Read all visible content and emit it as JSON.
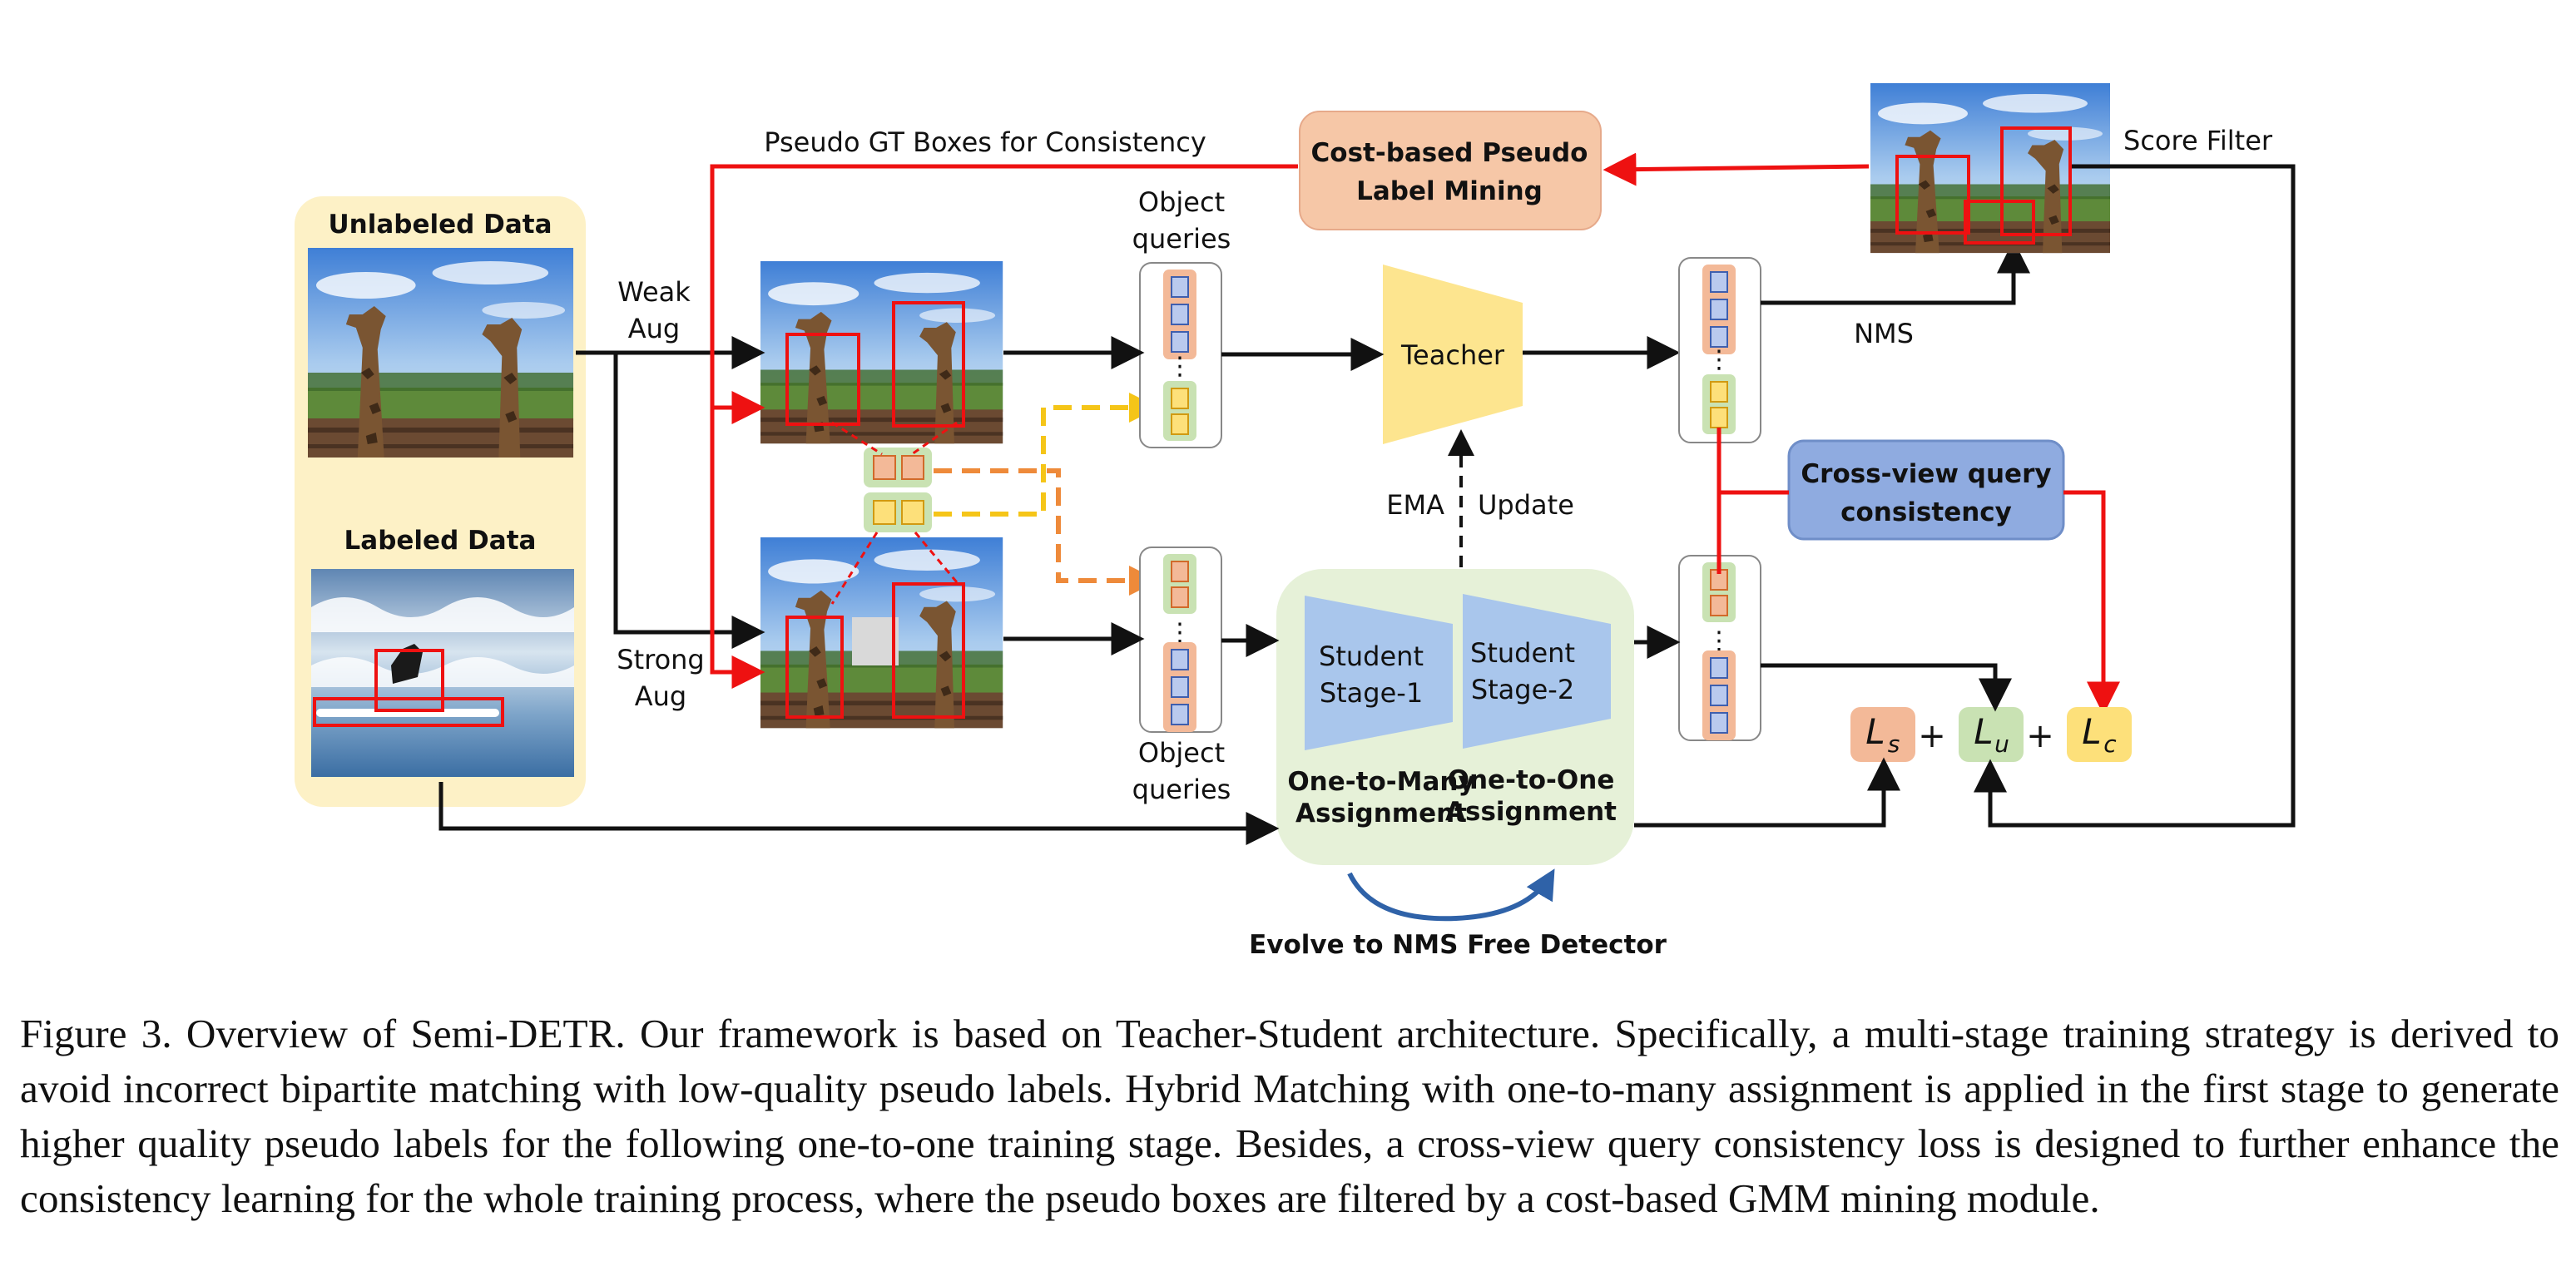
{
  "figure": {
    "labels": {
      "unlabeled_data": "Unlabeled Data",
      "labeled_data": "Labeled Data",
      "weak_aug_1": "Weak",
      "weak_aug_2": "Aug",
      "strong_aug_1": "Strong",
      "strong_aug_2": "Aug",
      "pseudo_gt": "Pseudo GT Boxes for Consistency",
      "cost_mining_1": "Cost-based Pseudo",
      "cost_mining_2": "Label Mining",
      "score_filter": "Score Filter",
      "object_queries_1": "Object",
      "object_queries_2": "queries",
      "teacher": "Teacher",
      "nms": "NMS",
      "ema": "EMA",
      "update": "Update",
      "cross_view_1": "Cross-view query",
      "cross_view_2": "consistency",
      "student1_1": "Student",
      "student1_2": "Stage-1",
      "student2_1": "Student",
      "student2_2": "Stage-2",
      "one_to_many_1": "One-to-Many",
      "one_to_many_2": "Assignment",
      "one_to_one_1": "One-to-One",
      "one_to_one_2": "Assignment",
      "evolve": "Evolve to NMS Free Detector",
      "loss_s": "L",
      "loss_s_sub": "s",
      "loss_u": "L",
      "loss_u_sub": "u",
      "loss_c": "L",
      "loss_c_sub": "c",
      "plus": "+"
    },
    "colors": {
      "orange": "#f3b998",
      "green": "#c9e2b3",
      "yellow": "#fde07a",
      "blue_query": "#9db3e3",
      "teacher": "#fde58f",
      "student": "#a9c6ec",
      "student_panel": "#e6f1d8",
      "cross_view": "#8fabe0",
      "red": "#ee1111"
    }
  },
  "caption": "Figure 3. Overview of Semi-DETR. Our framework is based on Teacher-Student architecture. Specifically, a multi-stage training strategy is derived to avoid incorrect bipartite matching with low-quality pseudo labels. Hybrid Matching with one-to-many assignment is applied in the first stage to generate higher quality pseudo labels for the following one-to-one training stage. Besides, a cross-view query consistency loss is designed to further enhance the consistency learning for the whole training process, where the pseudo boxes are filtered by a cost-based GMM mining module."
}
